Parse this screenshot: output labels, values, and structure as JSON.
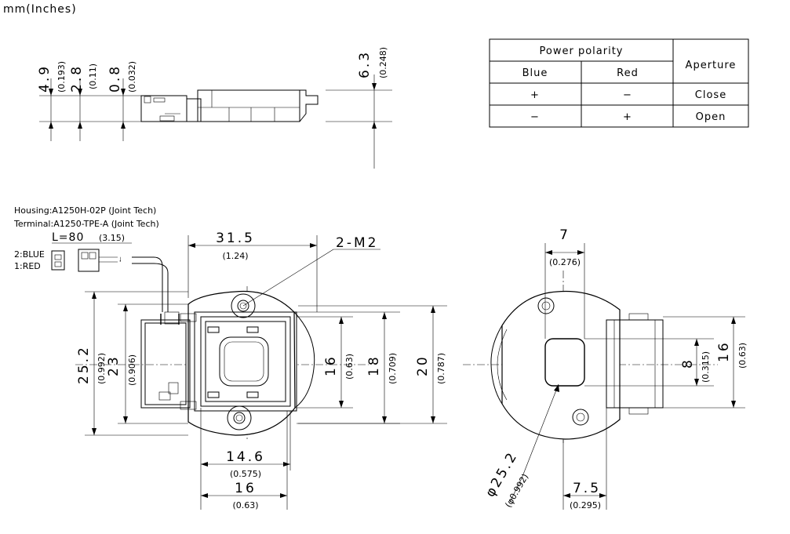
{
  "units_label": "mm(Inches)",
  "polarity_table": {
    "header_group": "Power polarity",
    "header_aperture": "Aperture",
    "col_blue": "Blue",
    "col_red": "Red",
    "rows": [
      {
        "blue": "+",
        "red": "−",
        "aperture": "Close"
      },
      {
        "blue": "−",
        "red": "+",
        "aperture": "Open"
      }
    ]
  },
  "side_view": {
    "dim_4_9": "4.9",
    "dim_4_9_in": "(0.193)",
    "dim_2_8": "2.8",
    "dim_2_8_in": "(0.11)",
    "dim_0_8": "0.8",
    "dim_0_8_in": "(0.032)",
    "dim_6_3": "6.3",
    "dim_6_3_in": "(0.248)"
  },
  "connector": {
    "housing": "Housing:A1250H-02P (Joint Tech)",
    "terminal": "Terminal:A1250-TPE-A (Joint Tech)",
    "lead_length": "L=80",
    "lead_length_in": "(3.15)",
    "pin2": "2:BLUE",
    "pin1": "1:RED"
  },
  "front_view": {
    "dim_31_5": "31.5",
    "dim_31_5_in": "(1.24)",
    "holes": "2-M2",
    "dim_25_2": "25.2",
    "dim_25_2_in": "(0.992)",
    "dim_23": "23",
    "dim_23_in": "(0.906)",
    "dim_16": "16",
    "dim_16_in": "(0.63)",
    "dim_18": "18",
    "dim_18_in": "(0.709)",
    "dim_20": "20",
    "dim_20_in": "(0.787)",
    "dim_14_6": "14.6",
    "dim_14_6_in": "(0.575)",
    "dim_16b": "16",
    "dim_16b_in": "(0.63)"
  },
  "rear_view": {
    "dim_7": "7",
    "dim_7_in": "(0.276)",
    "dim_8": "8",
    "dim_8_in": "(0.315)",
    "dim_16": "16",
    "dim_16_in": "(0.63)",
    "dim_dia": "φ25.2",
    "dim_dia_in": "(φ0.992)",
    "dim_7_5": "7.5",
    "dim_7_5_in": "(0.295)"
  }
}
